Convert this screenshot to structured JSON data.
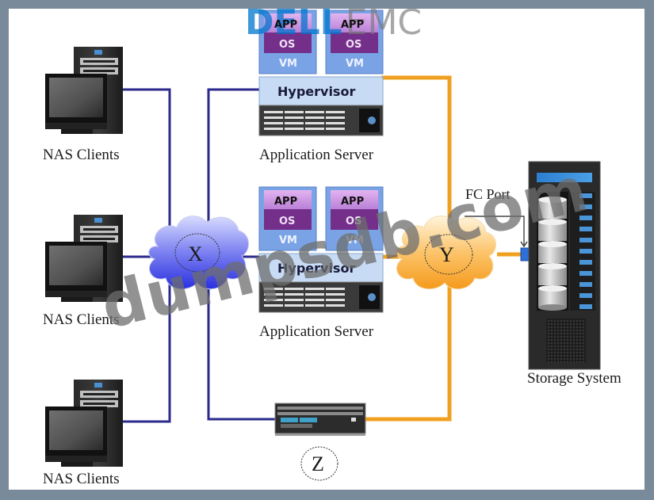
{
  "logo": {
    "brand": "DELL",
    "product": "EMC"
  },
  "nas_clients": [
    {
      "label": "NAS Clients"
    },
    {
      "label": "NAS Clients"
    },
    {
      "label": "NAS Clients"
    }
  ],
  "application_servers": [
    {
      "label": "Application Server",
      "hypervisor": "Hypervisor",
      "vms": [
        {
          "app": "APP",
          "os": "OS",
          "vm": "VM"
        },
        {
          "app": "APP",
          "os": "OS",
          "vm": "VM"
        }
      ]
    },
    {
      "label": "Application Server",
      "hypervisor": "Hypervisor",
      "vms": [
        {
          "app": "APP",
          "os": "OS",
          "vm": "VM"
        },
        {
          "app": "APP",
          "os": "OS",
          "vm": "VM"
        }
      ]
    }
  ],
  "networks": {
    "x": {
      "label": "X"
    },
    "y": {
      "label": "Y"
    },
    "z": {
      "label": "Z"
    }
  },
  "fc_port": {
    "label": "FC Port"
  },
  "storage": {
    "label": "Storage System"
  },
  "watermark": "dumpsdb.com",
  "colors": {
    "ip_link": "#2b2a8c",
    "fc_link": "#f0a020",
    "frame": "#798a9a"
  }
}
